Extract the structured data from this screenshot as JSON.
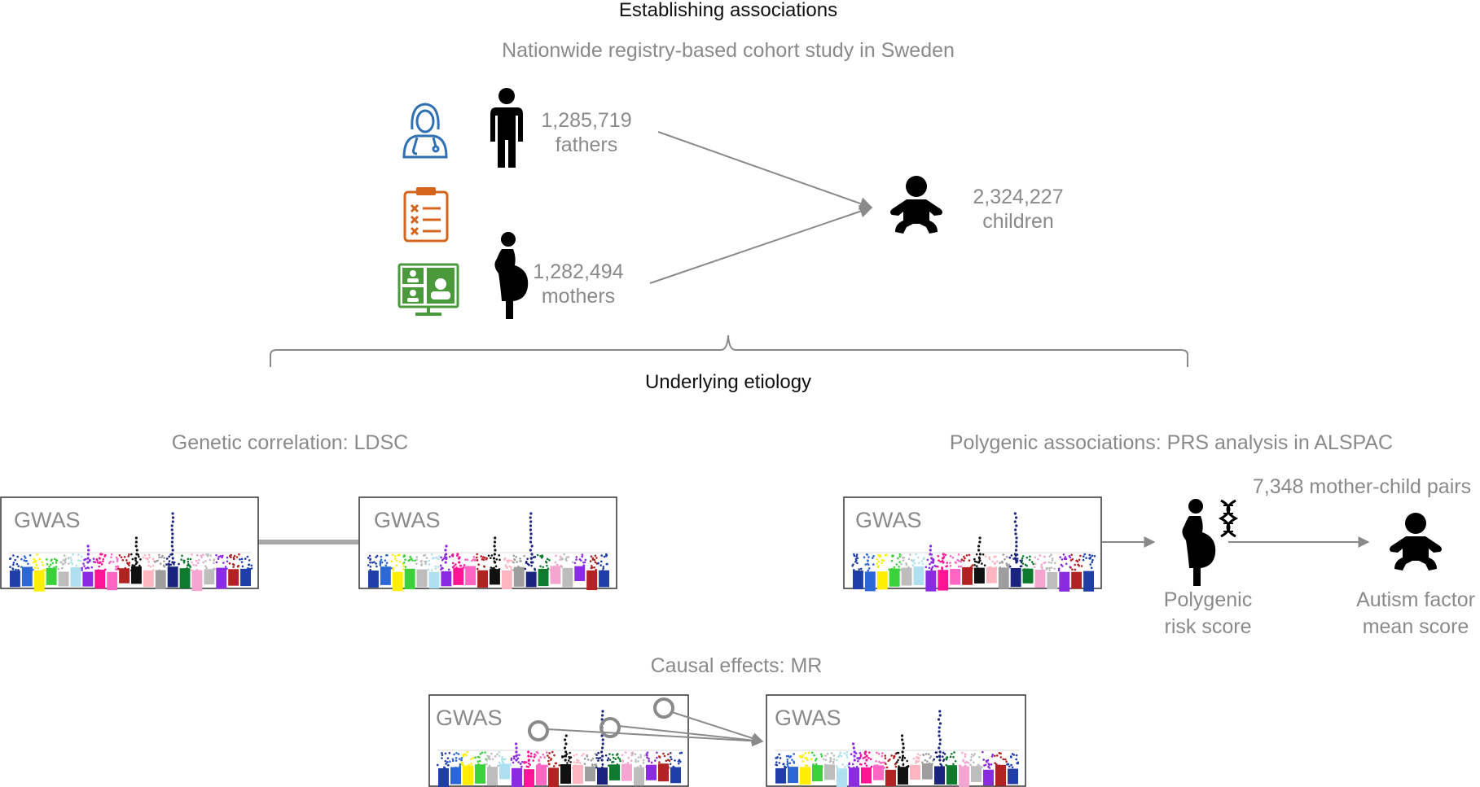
{
  "top": {
    "heading": "Establishing associations",
    "subheading": "Nationwide registry-based cohort study in Sweden"
  },
  "cohort": {
    "fathers_count": "1,285,719",
    "fathers_label": "fathers",
    "mothers_count": "1,282,494",
    "mothers_label": "mothers",
    "children_count": "2,324,227",
    "children_label": "children"
  },
  "etiology": {
    "heading": "Underlying etiology"
  },
  "ldsc": {
    "title": "Genetic correlation: LDSC",
    "gwas_label": "GWAS"
  },
  "prs": {
    "title": "Polygenic associations: PRS analysis in ALSPAC",
    "gwas_label": "GWAS",
    "pairs": "7,348 mother-child pairs",
    "score_line1": "Polygenic",
    "score_line2": "risk score",
    "autism_line1": "Autism factor",
    "autism_line2": "mean score"
  },
  "mr": {
    "title": "Causal effects: MR",
    "gwas_label": "GWAS"
  },
  "icons": [
    "doctor-icon",
    "clipboard-icon",
    "video-consultation-icon",
    "father-icon",
    "pregnant-mother-icon",
    "baby-icon",
    "dna-icon"
  ],
  "colors": {
    "arrow": "#8a8a8a",
    "doctor_icon": "#2f6fb3",
    "clipboard_icon": "#d4651c",
    "video_icon": "#4a9a3c",
    "chromosomes": [
      "#1f3ea8",
      "#2b67d6",
      "#ffee00",
      "#3bd13b",
      "#bdbdbd",
      "#aee0f0",
      "#8a2be2",
      "#ff1493",
      "#ff66c4",
      "#b22222",
      "#111111",
      "#ffb6c1",
      "#9e9e9e",
      "#1a237e",
      "#0d7a2e",
      "#f4a6d0"
    ]
  }
}
